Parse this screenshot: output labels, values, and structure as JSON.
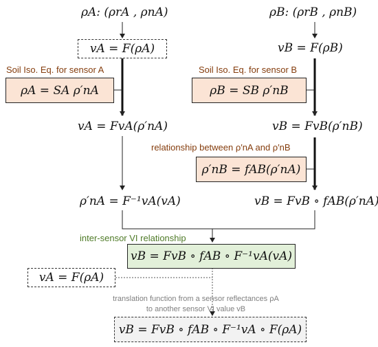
{
  "left": {
    "header": "ρA: (ρrA , ρnA)",
    "vA_box": "vA = F(ρA)",
    "soil_label": "Soil Iso. Eq. for sensor A",
    "soil_eq": "ρA = SA ρ′nA",
    "f_eq": "vA = FvA(ρ′nA)",
    "inv_eq": "ρ′nA = F⁻¹vA(vA)"
  },
  "right": {
    "header": "ρB: (ρrB , ρnB)",
    "vB_eq": "vB = F(ρB)",
    "soil_label": "Soil Iso. Eq. for sensor B",
    "soil_eq": "ρB = SB ρ′nB",
    "f_eq": "vB = FvB(ρ′nB)",
    "rel_label": "relationship between ρ′nA and ρ′nB",
    "rel_eq": "ρ′nB = fAB(ρ′nA)",
    "comp_eq": "vB = FvB ∘ fAB(ρ′nA)"
  },
  "center": {
    "inter_label": "inter-sensor VI relationship",
    "inter_eq": "vB = FvB ∘ fAB ∘ F⁻¹vA(vA)",
    "vA_dashed": "vA = F(ρA)",
    "translation_line1": "translation function from a sensor reflectances ρA",
    "translation_line2": "to another sensor VI value vB",
    "final_eq": "vB = FvB ∘ fAB ∘ F⁻¹vA ∘ F(ρA)"
  },
  "colors": {
    "soil_fill": "#fbe4d5",
    "green_fill": "#e2f0d9",
    "brown_text": "#843c0c",
    "green_text": "#4e7a27",
    "grey_text": "#7f7f7f"
  }
}
